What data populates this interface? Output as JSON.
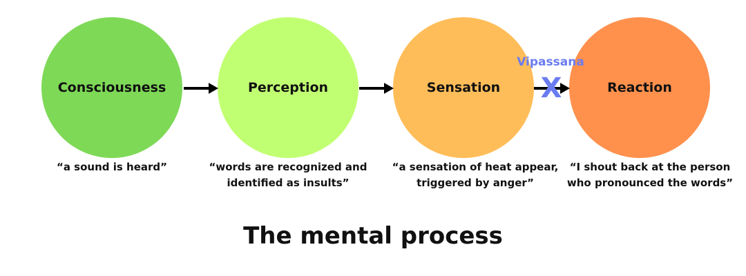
{
  "nodes": [
    {
      "label": "Consciousness",
      "caption": "“a sound is heard”",
      "color": "#7ed957"
    },
    {
      "label": "Perception",
      "caption": "“words are recognized and identified as insults”",
      "color": "#c1ff72"
    },
    {
      "label": "Sensation",
      "caption": "“a sensation of heat appear, triggered by anger”",
      "color": "#ffbd59"
    },
    {
      "label": "Reaction",
      "caption": "“I shout back at the person who pronounced the words”",
      "color": "#ff914d"
    }
  ],
  "blocker": {
    "label": "Vipassana",
    "mark": "X",
    "color": "#6b7cf0"
  },
  "title": "The mental process",
  "arrow_color": "#000000"
}
